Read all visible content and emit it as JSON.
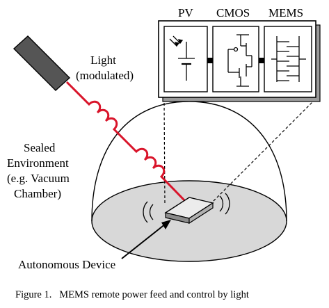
{
  "figure": {
    "panel_headers": [
      "PV",
      "CMOS",
      "MEMS"
    ],
    "light_label": [
      "Light",
      "(modulated)"
    ],
    "environment_label": [
      "Sealed",
      "Environment",
      "(e.g. Vacuum",
      "Chamber)"
    ],
    "device_label": "Autonomous Device",
    "caption": "Figure 1.   MEMS remote power feed and control by light"
  },
  "colors": {
    "beam": "#d9152b",
    "floor": "#d8d8d8",
    "lamp": "#555555",
    "panel_shadow": "#9a9a9a",
    "chip_top": "#ececec",
    "chip_side": "#8c8c8c"
  },
  "icons": [
    "lamp-icon",
    "photodiode-icon",
    "transistor-icon",
    "comb-drive-icon",
    "vibration-icon",
    "arrow-icon"
  ]
}
